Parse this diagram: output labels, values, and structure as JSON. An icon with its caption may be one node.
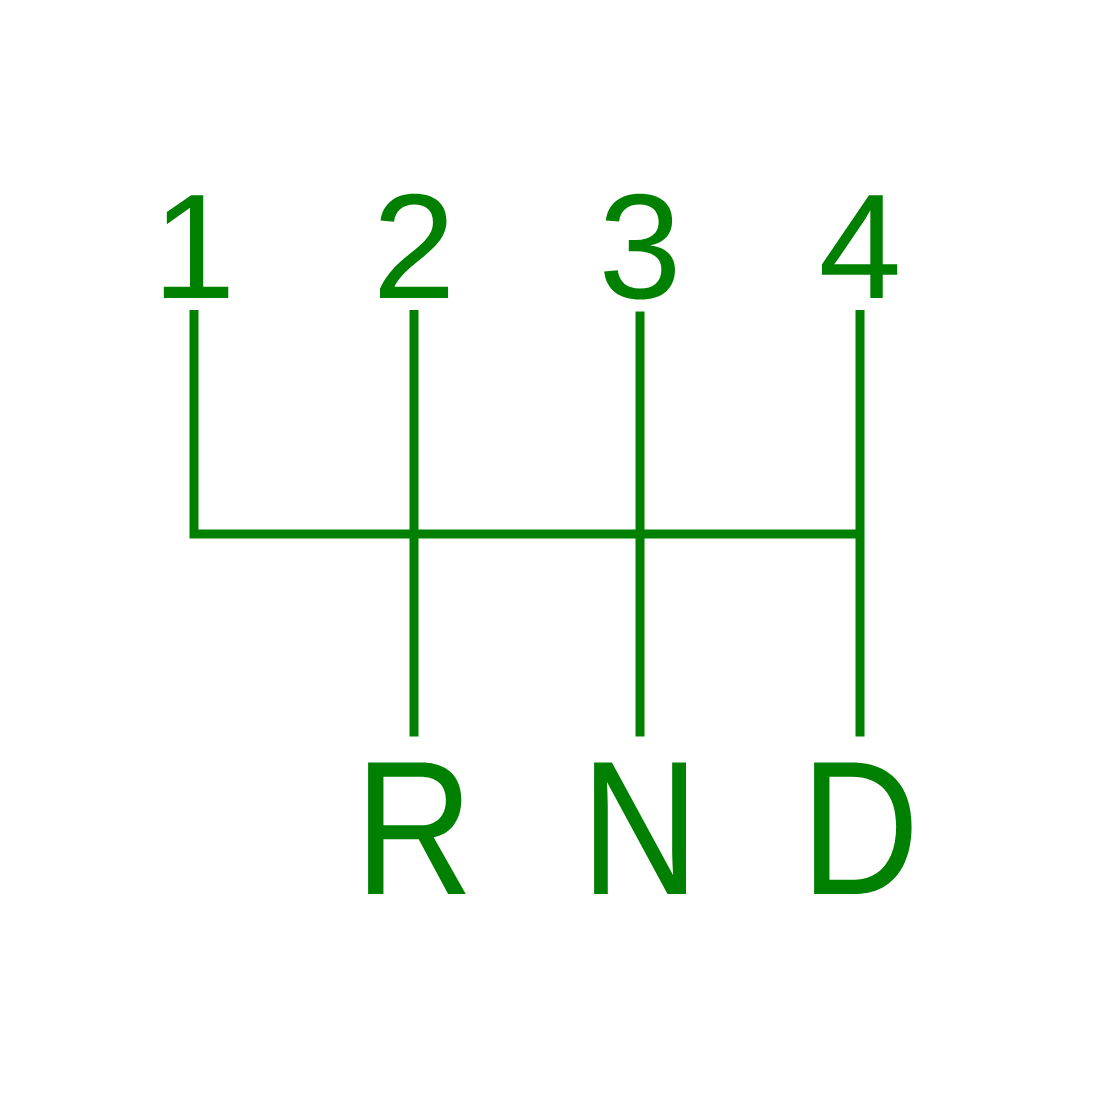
{
  "diagram": {
    "nodes": [
      {
        "text": [
          "1"
        ]
      },
      {
        "text": [
          "2"
        ]
      },
      {
        "text": [
          "3"
        ]
      },
      {
        "text": [
          "4"
        ]
      },
      {
        "text": [
          "R"
        ]
      },
      {
        "text": [
          "N"
        ]
      },
      {
        "text": [
          "D"
        ]
      }
    ],
    "edges": [
      {
        "from": 0,
        "to": null,
        "arrow": "none"
      },
      {
        "from": 1,
        "to": 4,
        "arrow": "none"
      },
      {
        "from": 2,
        "to": 5,
        "arrow": "none"
      },
      {
        "from": 3,
        "to": 6,
        "arrow": "none"
      }
    ]
  }
}
